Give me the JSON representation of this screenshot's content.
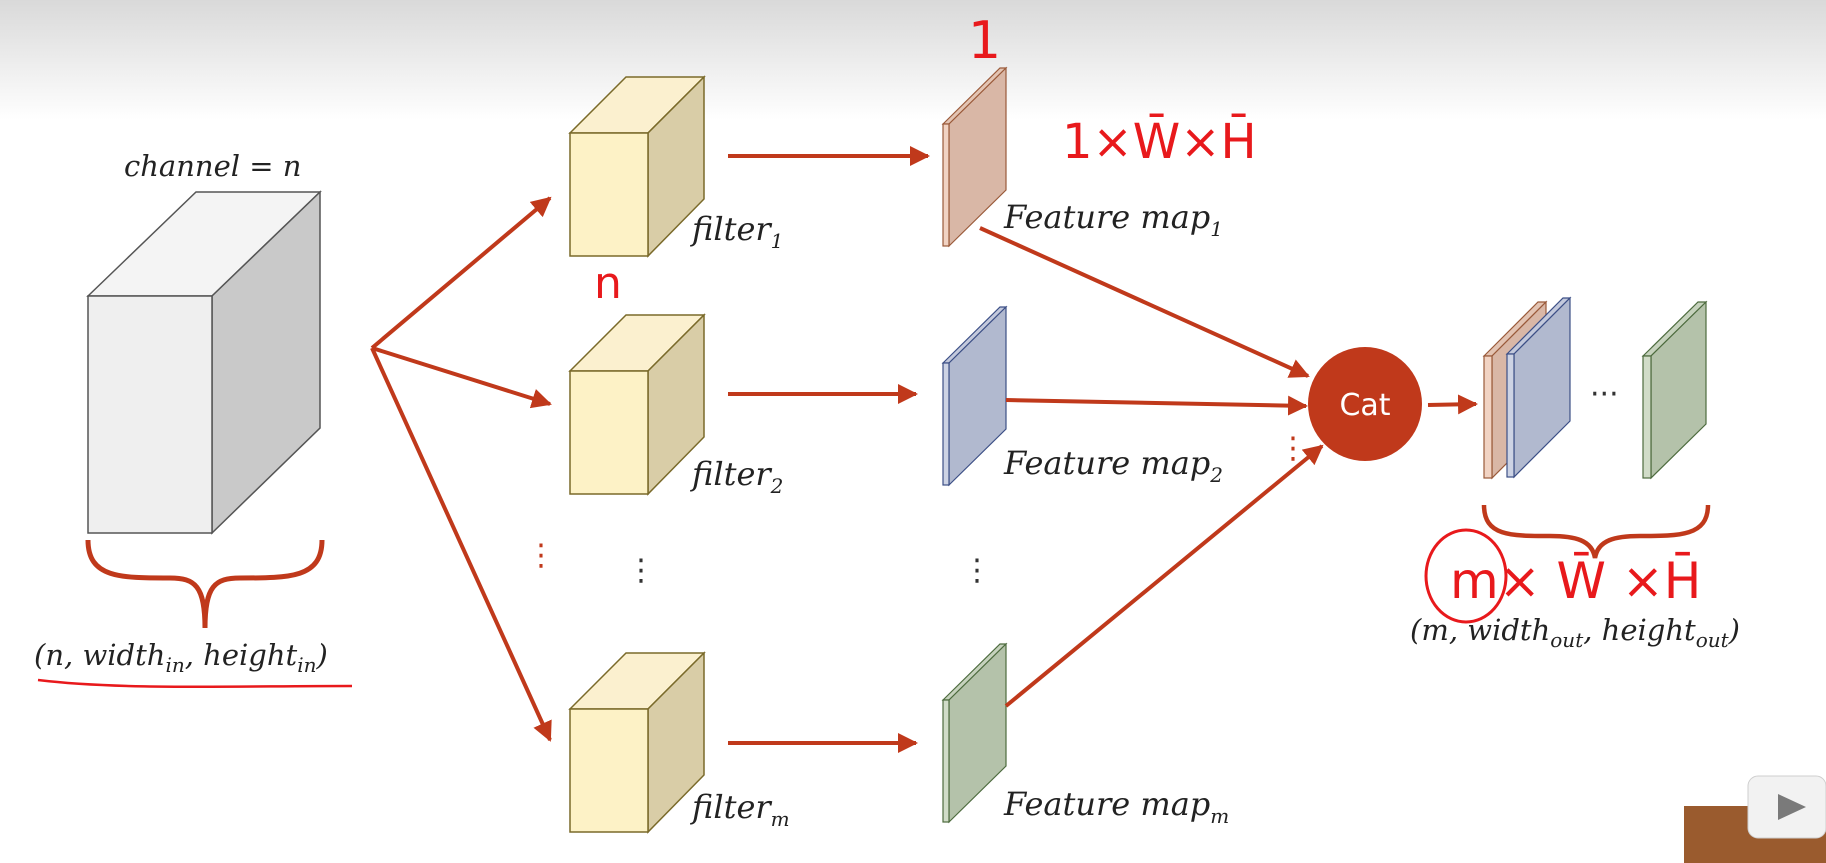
{
  "input": {
    "channel_label": "channel = n",
    "dims_label": {
      "open": "(",
      "n": "n",
      "sep1": ", ",
      "width": "width",
      "width_sub": "in",
      "sep2": ", ",
      "height": "height",
      "height_sub": "in",
      "close": ")"
    }
  },
  "filters": [
    {
      "name": "filter",
      "sub": "1"
    },
    {
      "name": "filter",
      "sub": "2"
    },
    {
      "name": "filter",
      "sub": "m"
    }
  ],
  "feature_maps": [
    {
      "name": "Feature map",
      "sub": "1"
    },
    {
      "name": "Feature map",
      "sub": "2"
    },
    {
      "name": "Feature map",
      "sub": "m"
    }
  ],
  "cat_label": "Cat",
  "output": {
    "ellipsis": "···",
    "dims_label": {
      "open": "(",
      "m": "m",
      "sep1": ", ",
      "width": "width",
      "width_sub": "out",
      "sep2": ", ",
      "height": "height",
      "height_sub": "out",
      "close": ")"
    }
  },
  "annotations": {
    "one": "1",
    "one_w_h": "1×W̄×H̄",
    "n": "n",
    "m_w_h": "m× W̄ ×H̄"
  },
  "vertical_dots": "⋮",
  "colors": {
    "arrow": "#c0391b",
    "cat_circle": "#c0391b",
    "ink": "#e8191c",
    "input_cube_front": "#efefef",
    "input_cube_side": "#c9c9c9",
    "filter_front": "#fdf2c6",
    "filter_side": "#d9cda7",
    "fmap1": "#d9b7a6",
    "fmap2": "#b1b9cf",
    "fmapm": "#b4c2aa"
  }
}
